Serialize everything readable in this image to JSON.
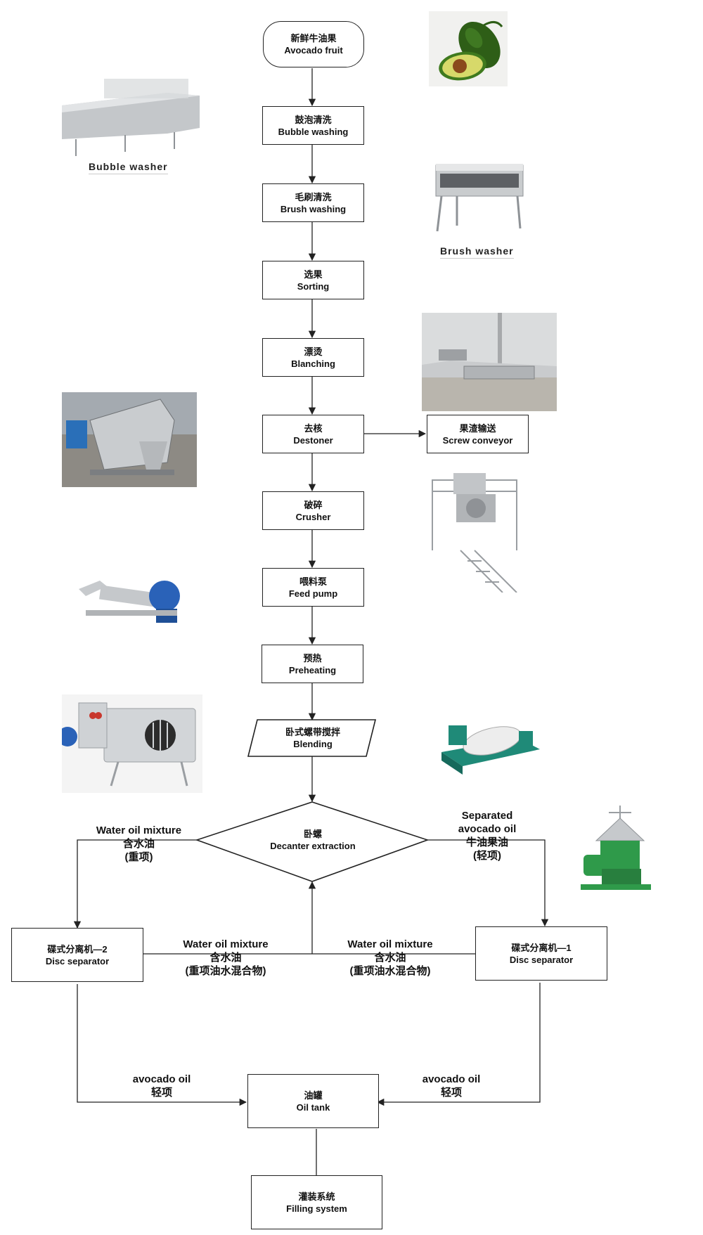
{
  "nodes": {
    "avocado_fruit": {
      "zh": "新鲜牛油果",
      "en": "Avocado fruit"
    },
    "bubble_washing": {
      "zh": "鼓泡清洗",
      "en": "Bubble washing"
    },
    "brush_washing": {
      "zh": "毛刷清洗",
      "en": "Brush washing"
    },
    "sorting": {
      "zh": "选果",
      "en": "Sorting"
    },
    "blanching": {
      "zh": "漂烫",
      "en": "Blanching"
    },
    "destoner": {
      "zh": "去核",
      "en": "Destoner"
    },
    "screw_conveyor": {
      "zh": "果渣输送",
      "en": "Screw conveyor"
    },
    "crusher": {
      "zh": "破碎",
      "en": "Crusher"
    },
    "feed_pump": {
      "zh": "喂料泵",
      "en": "Feed pump"
    },
    "preheating": {
      "zh": "预热",
      "en": "Preheating"
    },
    "blending": {
      "zh": "卧式螺带搅拌",
      "en": "Blending"
    },
    "decanter": {
      "zh": "卧螺",
      "en": "Decanter extraction"
    },
    "disc_separator_2": {
      "zh": "碟式分离机—2",
      "en": "Disc separator"
    },
    "disc_separator_1": {
      "zh": "碟式分离机—1",
      "en": "Disc separator"
    },
    "oil_tank": {
      "zh": "油罐",
      "en": "Oil tank"
    },
    "filling_system": {
      "zh": "灌装系统",
      "en": "Filling system"
    }
  },
  "edge_labels": {
    "decanter_left": {
      "l1": "Water oil mixture",
      "l2": "含水油",
      "l3": "(重项)"
    },
    "decanter_right": {
      "l1": "Separated",
      "l2": "avocado oil",
      "l3": "牛油果油",
      "l4": "(轻项)"
    },
    "sep2_return": {
      "l1": "Water oil mixture",
      "l2": "含水油",
      "l3": "(重项油水混合物)"
    },
    "sep1_return": {
      "l1": "Water oil mixture",
      "l2": "含水油",
      "l3": "(重项油水混合物)"
    },
    "sep2_oil": {
      "l1": "avocado oil",
      "l2": "轻项"
    },
    "sep1_oil": {
      "l1": "avocado oil",
      "l2": "轻项"
    }
  },
  "captions": {
    "bubble_washer": "Bubble washer",
    "brush_washer": "Brush washer"
  },
  "photo_icons": [
    "avocado-photo",
    "bubble-washer-photo",
    "brush-washer-photo",
    "blanching-line-photo",
    "destoner-machine-photo",
    "crusher-machine-photo",
    "feed-pump-photo",
    "ribbon-blender-photo",
    "decanter-centrifuge-photo",
    "disc-separator-photo"
  ],
  "colors": {
    "line": "#222222",
    "node_border": "#222222",
    "avocado_green": "#3f7a1e",
    "machine_steel": "#b9bcc0",
    "decanter_teal": "#1f8a78",
    "separator_green": "#2f9a4a",
    "motor_blue": "#2a62b8"
  }
}
